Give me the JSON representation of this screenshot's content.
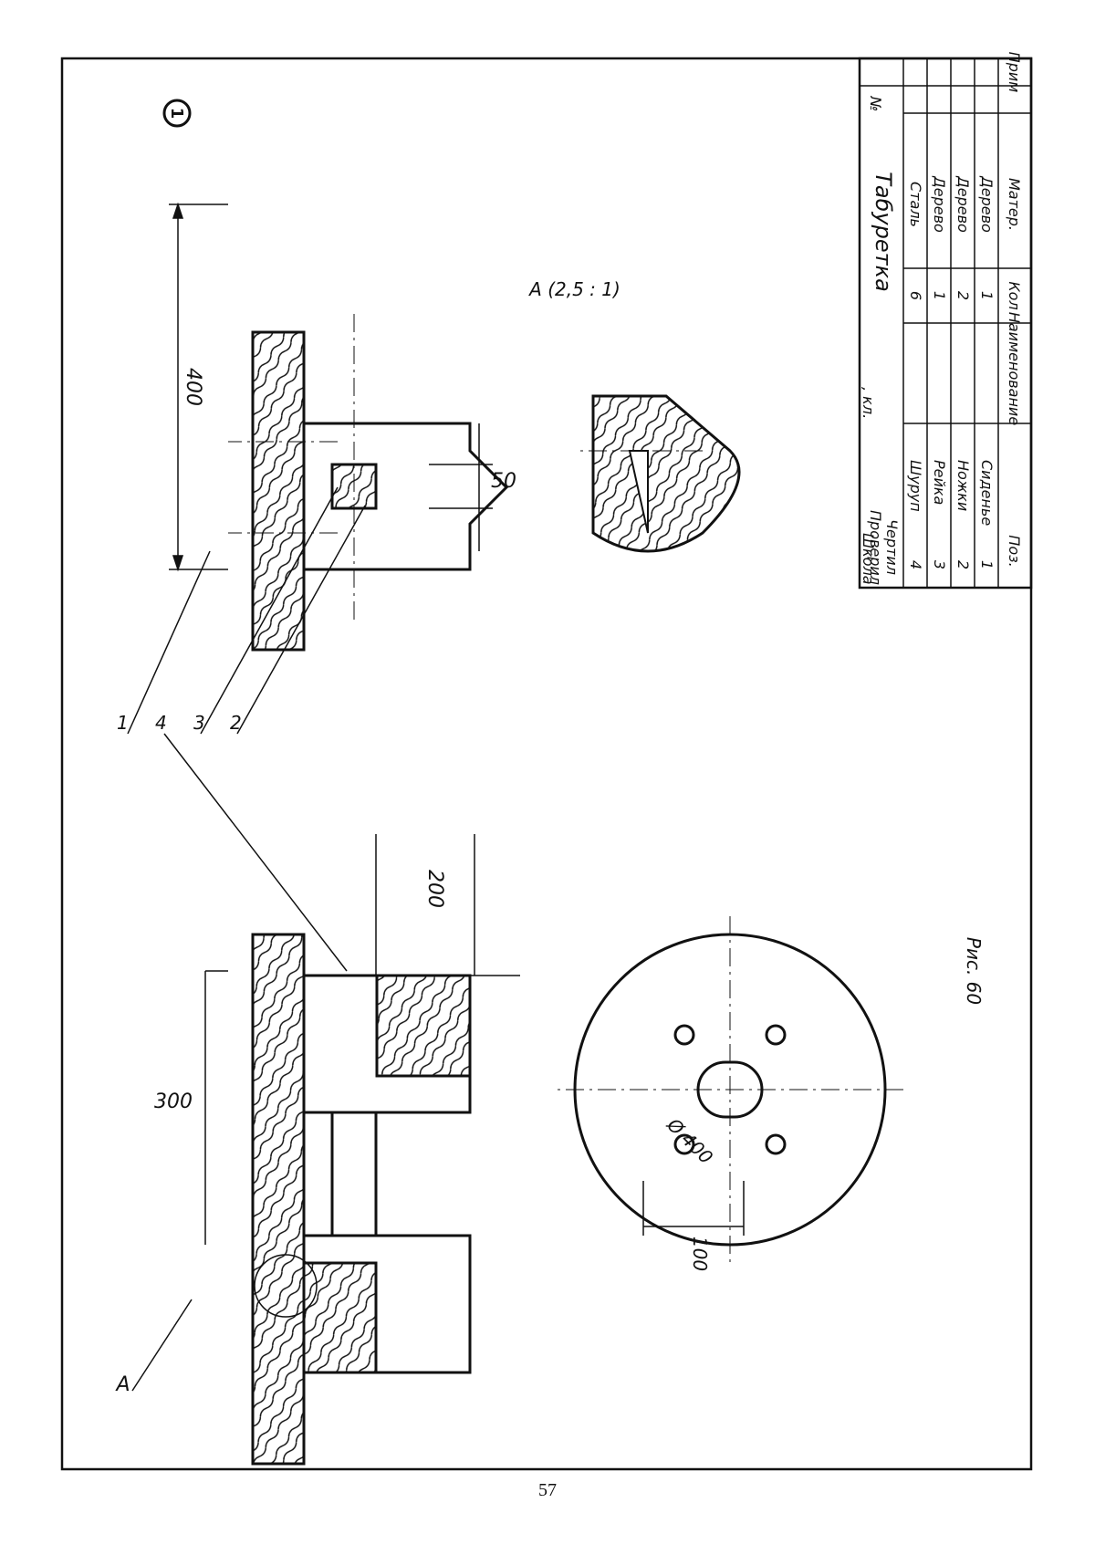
{
  "sheet_number": "1",
  "page_number": "57",
  "figure_caption": "Рис. 60",
  "detail_view_label": "A (2,5 : 1)",
  "view_marker": "A",
  "dimensions": {
    "height_400": "400",
    "dim_50": "50",
    "dim_200": "200",
    "dim_300": "300",
    "diameter_400": "Ø 400",
    "dim_100": "100"
  },
  "callouts": [
    "1",
    "4",
    "3",
    "2"
  ],
  "title_block": {
    "headers": {
      "pos": "Поз.",
      "name": "Наименование",
      "qty": "Кол",
      "material": "Матер.",
      "note": "Прим"
    },
    "rows": [
      {
        "pos": "1",
        "name": "Сиденье",
        "qty": "1",
        "material": "Дерево"
      },
      {
        "pos": "2",
        "name": "Ножки",
        "qty": "2",
        "material": "Дерево"
      },
      {
        "pos": "3",
        "name": "Рейка",
        "qty": "1",
        "material": "Дерево"
      },
      {
        "pos": "4",
        "name": "Шуруп",
        "qty": "6",
        "material": "Сталь"
      }
    ],
    "drew_label": "Чертил",
    "checked_label": "Проверил",
    "school_label": "Школа",
    "class_label": ", кл.",
    "title": "Табуретка",
    "number_label": "№"
  }
}
